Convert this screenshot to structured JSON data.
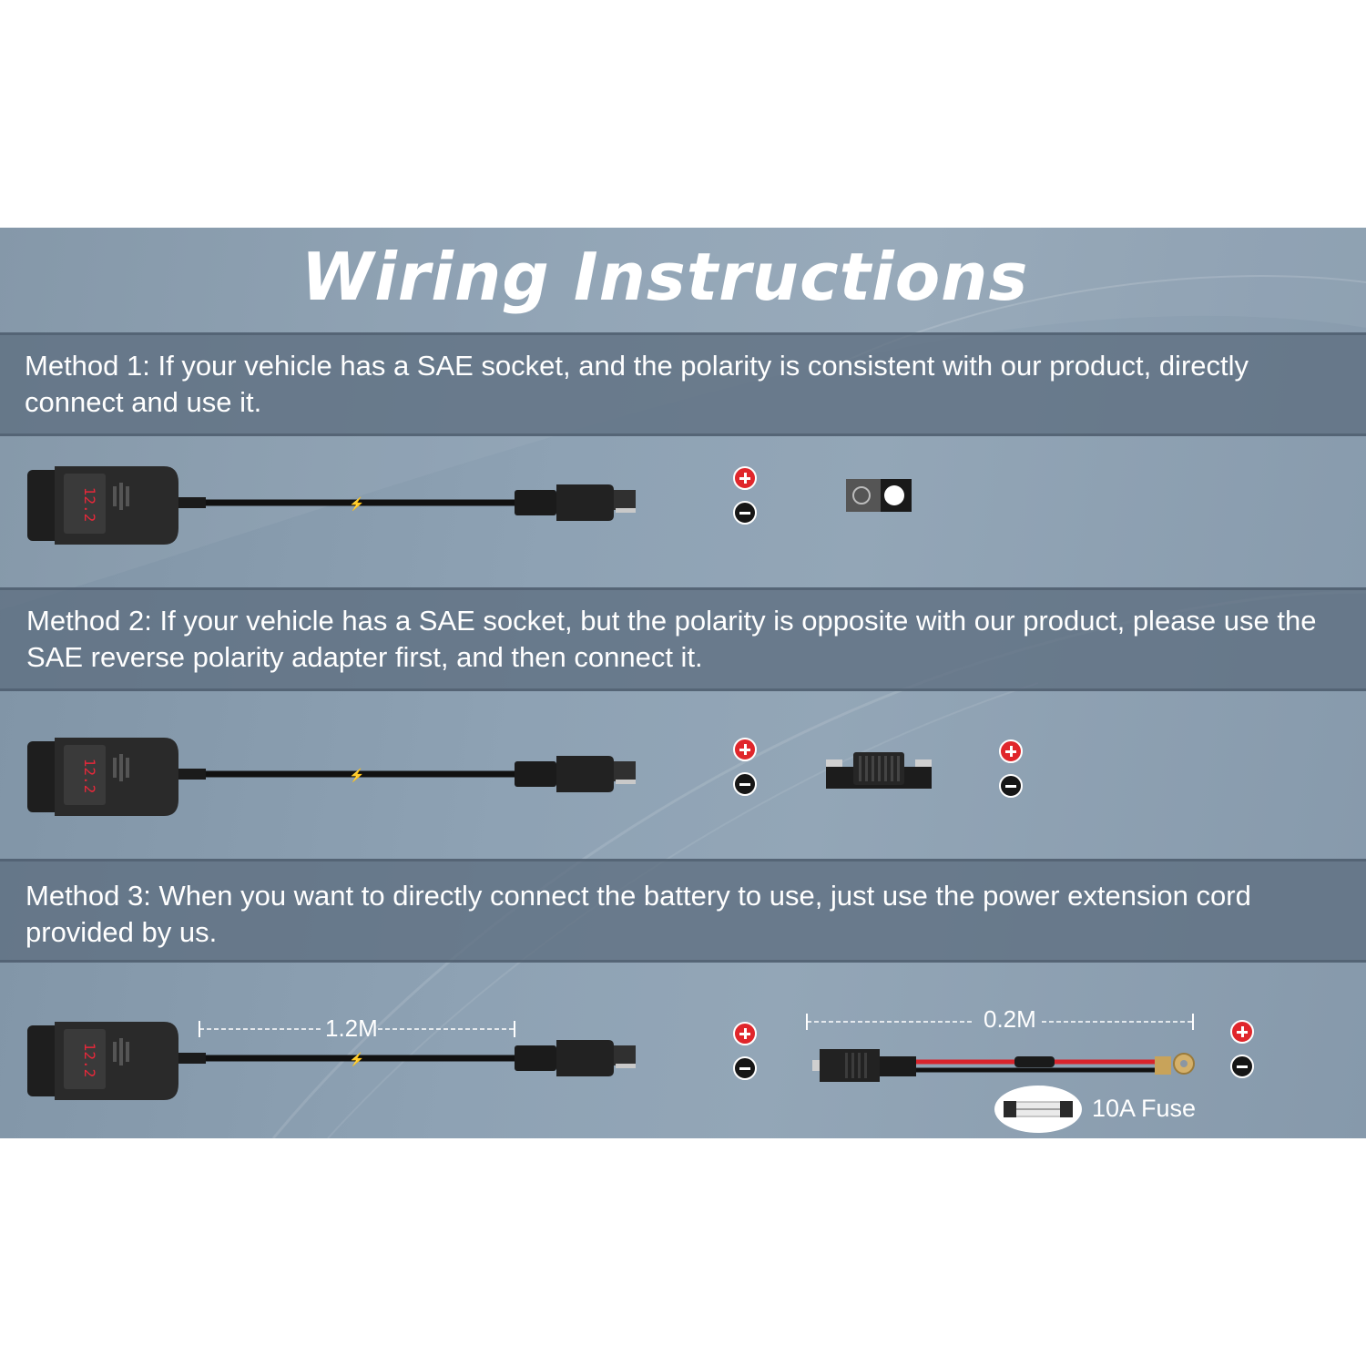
{
  "title": "Wiring Instructions",
  "methods": [
    {
      "text": "Method 1: If your vehicle has a SAE socket, and the polarity is consistent with our product, directly connect and use it."
    },
    {
      "text": "Method 2: If your vehicle has a SAE socket, but the polarity is opposite with our product, please use the SAE reverse polarity adapter first, and then connect it."
    },
    {
      "text": "Method 3: When you want to directly connect the battery to use, just use the power extension cord provided by us."
    }
  ],
  "device": {
    "display_value": "12.2",
    "display_color": "#e8283a"
  },
  "measurements": {
    "cord_length": "1.2M",
    "extension_length": "0.2M"
  },
  "fuse": {
    "label": "10A Fuse"
  },
  "colors": {
    "positive": "#e0262b",
    "negative": "#161616",
    "wire_red": "#d8242c"
  }
}
